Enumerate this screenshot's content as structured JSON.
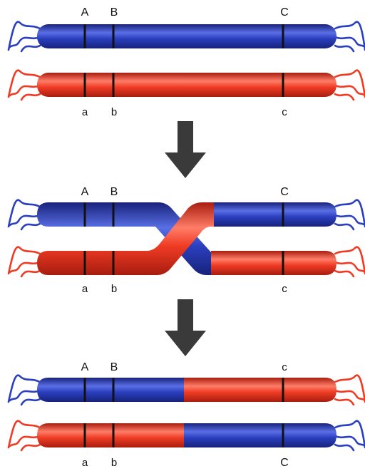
{
  "colors": {
    "blue": "#2b3fbf",
    "blue_light": "#5a6fe6",
    "blue_dark": "#17227a",
    "red": "#ef3b24",
    "red_light": "#ff7d68",
    "red_dark": "#a81d0f",
    "arrow": "#3a3a3a",
    "band": "#111111"
  },
  "icons": {
    "transition_arrow": "down-arrow-icon"
  },
  "panels": [
    {
      "name": "before",
      "top_labels": [
        "A",
        "B",
        "C"
      ],
      "bottom_labels": [
        "a",
        "b",
        "c"
      ]
    },
    {
      "name": "crossing-over",
      "top_labels": [
        "A",
        "B",
        "C"
      ],
      "bottom_labels": [
        "a",
        "b",
        "c"
      ]
    },
    {
      "name": "after",
      "top_labels": [
        "A",
        "B",
        "c"
      ],
      "bottom_labels": [
        "a",
        "b",
        "C"
      ]
    }
  ]
}
